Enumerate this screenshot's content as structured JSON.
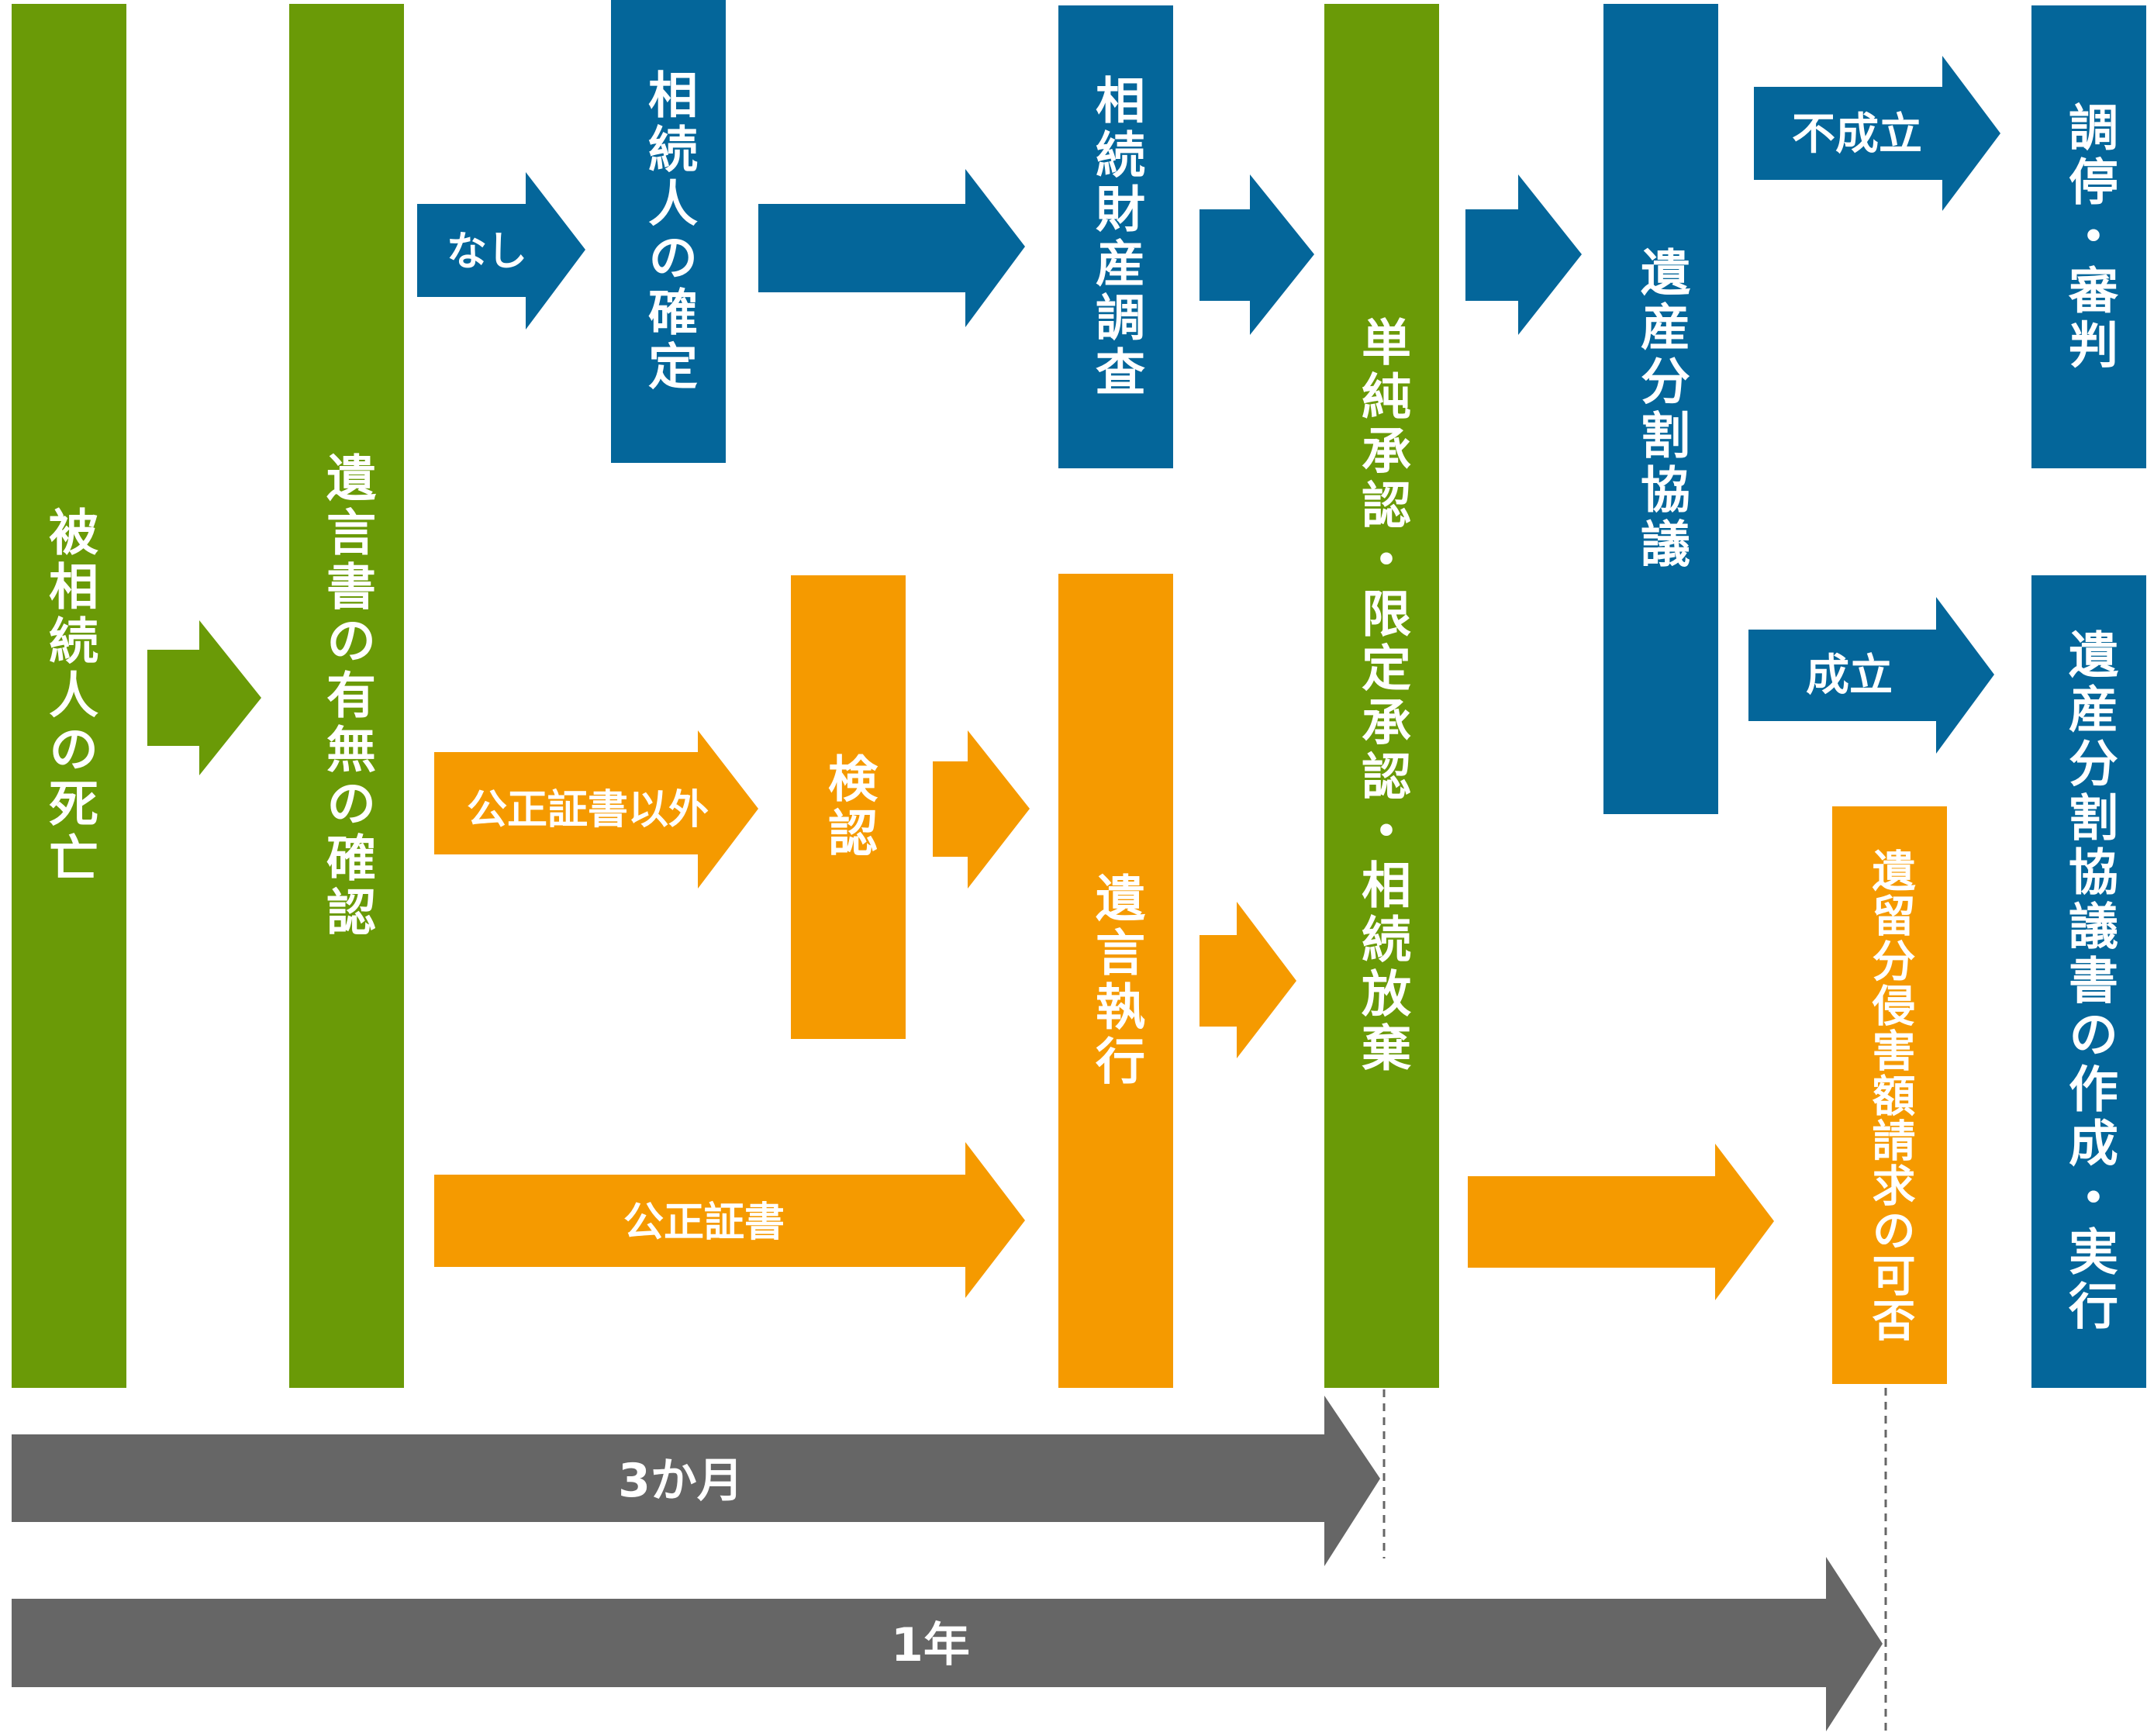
{
  "colors": {
    "green": "#6a9a07",
    "blue": "#04669a",
    "orange": "#f59a00",
    "gray": "#666666"
  },
  "boxes": {
    "death": "被相続人の死亡",
    "will_check": "遺言書の有無の確認",
    "heir_confirm": "相続人の確定",
    "asset_survey": "相続財産調査",
    "probate": "検認",
    "will_execution": "遺言執行",
    "acceptance": "単純承認・限定承認・相続放棄",
    "division_talks": "遺産分割協議",
    "mediation": "調停・審判",
    "division_doc": "遺産分割協議書の作成・実行",
    "reserved_share": "遺留分侵害額請求の可否"
  },
  "arrows": {
    "none": "なし",
    "non_notarial": "公正証書以外",
    "notarial": "公正証書",
    "failed": "不成立",
    "success": "成立",
    "three_months": "3か月",
    "one_year": "1年"
  }
}
